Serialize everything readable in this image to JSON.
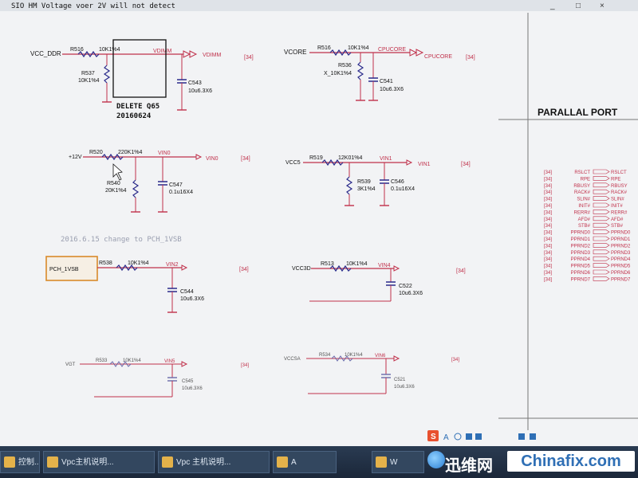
{
  "top_note": "SIO HM Voltage voer 2V will not detect",
  "window_controls": [
    "_",
    "□",
    "×"
  ],
  "sections": {
    "vddr": {
      "source": "VCC_DDR",
      "resistor": {
        "ref": "R516",
        "value": "10K1%4"
      },
      "resistor2": {
        "ref": "R537",
        "value": "10K1%4"
      },
      "net": "VDIMM",
      "net_label": "VDIMM",
      "page_ref": "[34]",
      "cap": {
        "ref": "C543",
        "value": "10u6.3X6"
      },
      "note_line1": "DELETE Q65",
      "note_line2": "20160624"
    },
    "vcore": {
      "source": "VCORE",
      "resistor": {
        "ref": "R516",
        "value": "10K1%4"
      },
      "resistor2": {
        "ref": "R536",
        "value": "X_10K1%4"
      },
      "net": "CPUCORE",
      "net_label": "CPUCORE",
      "page_ref": "[34]",
      "cap": {
        "ref": "C541",
        "value": "10u6.3X6"
      }
    },
    "vin0": {
      "source": "+12V",
      "resistor": {
        "ref": "R520",
        "value": "220K1%4"
      },
      "resistor2": {
        "ref": "R540",
        "value": "20K1%4"
      },
      "net": "VIN0",
      "net_label": "VIN0",
      "page_ref": "[34]",
      "cap": {
        "ref": "C547",
        "value": "0.1u16X4"
      }
    },
    "vin1": {
      "source": "VCC5",
      "resistor": {
        "ref": "R519",
        "value": "12K01%4"
      },
      "resistor2": {
        "ref": "R539",
        "value": "3K1%4"
      },
      "net": "VIN1",
      "net_label": "VIN1",
      "page_ref": "[34]",
      "cap": {
        "ref": "C546",
        "value": "0.1u16X4"
      }
    },
    "change_note": "2016.6.15 change to PCH_1VSB",
    "vin2": {
      "source": "PCH_1VSB",
      "resistor": {
        "ref": "R538",
        "value": "10K1%4"
      },
      "net": "VIN2",
      "page_ref": "[34]",
      "cap": {
        "ref": "C544",
        "value": "10u6.3X6"
      }
    },
    "vin4": {
      "source": "VCC3D",
      "resistor": {
        "ref": "R513",
        "value": "10K1%4"
      },
      "net": "VIN4",
      "page_ref": "[34]",
      "cap": {
        "ref": "C522",
        "value": "10u6.3X6"
      }
    },
    "vin5": {
      "source": "VGT",
      "resistor": {
        "ref": "R533",
        "value": "10K1%4"
      },
      "net": "VIN5",
      "page_ref": "[34]",
      "cap": {
        "ref": "C545",
        "value": "10u6.3X6"
      }
    },
    "vin6": {
      "source": "VCCSA",
      "resistor": {
        "ref": "R534",
        "value": "10K1%4"
      },
      "net": "VIN6",
      "page_ref": "[34]",
      "cap": {
        "ref": "C521",
        "value": "10u6.3X6"
      }
    }
  },
  "parallel_port": {
    "title": "PARALLAL PORT",
    "signals": [
      {
        "ref": "[34]",
        "in": "RSLCT",
        "out": "RSLCT"
      },
      {
        "ref": "[34]",
        "in": "RPE",
        "out": "RPE"
      },
      {
        "ref": "[34]",
        "in": "RBUSY",
        "out": "RBUSY"
      },
      {
        "ref": "[34]",
        "in": "RACK#",
        "out": "RACK#"
      },
      {
        "ref": "[34]",
        "in": "SLIN#",
        "out": "SLIN#"
      },
      {
        "ref": "[34]",
        "in": "INIT#",
        "out": "INIT#"
      },
      {
        "ref": "[34]",
        "in": "RERR#",
        "out": "RERR#"
      },
      {
        "ref": "[34]",
        "in": "AFD#",
        "out": "AFD#"
      },
      {
        "ref": "[34]",
        "in": "STB#",
        "out": "STB#"
      },
      {
        "ref": "[34]",
        "in": "PPRND0",
        "out": "PPRND0"
      },
      {
        "ref": "[34]",
        "in": "PPRND1",
        "out": "PPRND1"
      },
      {
        "ref": "[34]",
        "in": "PPRND2",
        "out": "PPRND2"
      },
      {
        "ref": "[34]",
        "in": "PPRND3",
        "out": "PPRND3"
      },
      {
        "ref": "[34]",
        "in": "PPRND4",
        "out": "PPRND4"
      },
      {
        "ref": "[34]",
        "in": "PPRND5",
        "out": "PPRND5"
      },
      {
        "ref": "[34]",
        "in": "PPRND6",
        "out": "PPRND6"
      },
      {
        "ref": "[34]",
        "in": "PPRND7",
        "out": "PPRND7"
      }
    ]
  },
  "taskbar": {
    "items": [
      {
        "label": "控制..."
      },
      {
        "label": "Vpc主机说明..."
      },
      {
        "label": "Vpc 主机说明..."
      },
      {
        "label": "A"
      },
      {
        "label": "W"
      }
    ]
  },
  "watermark": {
    "cn": "迅维网",
    "en": "Chinafix.com"
  },
  "colors": {
    "wire": "#c0304a",
    "component": "#2a2a8a",
    "text_black": "#111111",
    "highlight": "#d98a2b"
  }
}
